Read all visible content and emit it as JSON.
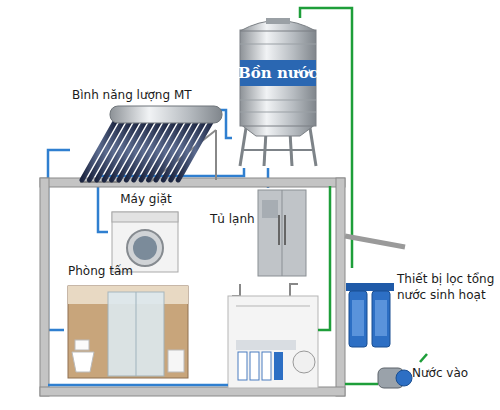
{
  "diagram": {
    "nodes": [
      {
        "text": [
          "Bồn nước"
        ]
      },
      {
        "text": [
          "Bình năng lượng MT"
        ]
      },
      {
        "text": [
          "Máy giặt"
        ]
      },
      {
        "text": [
          "Tủ lạnh"
        ]
      },
      {
        "text": [
          "Phòng tấm"
        ]
      },
      {
        "text": [
          "Thiết bị lọc tổng nước sinh hoạt"
        ]
      },
      {
        "text": [
          "Nước vào"
        ]
      }
    ],
    "edges": [
      {
        "from": 6,
        "to": 5,
        "arrow": "none"
      },
      {
        "from": 5,
        "to": 0,
        "arrow": "none"
      },
      {
        "from": 0,
        "to": 1,
        "arrow": "none"
      },
      {
        "from": 1,
        "to": 4,
        "arrow": "none"
      },
      {
        "from": 0,
        "to": 2,
        "arrow": "none"
      },
      {
        "from": 0,
        "to": 3,
        "arrow": "none"
      }
    ]
  }
}
